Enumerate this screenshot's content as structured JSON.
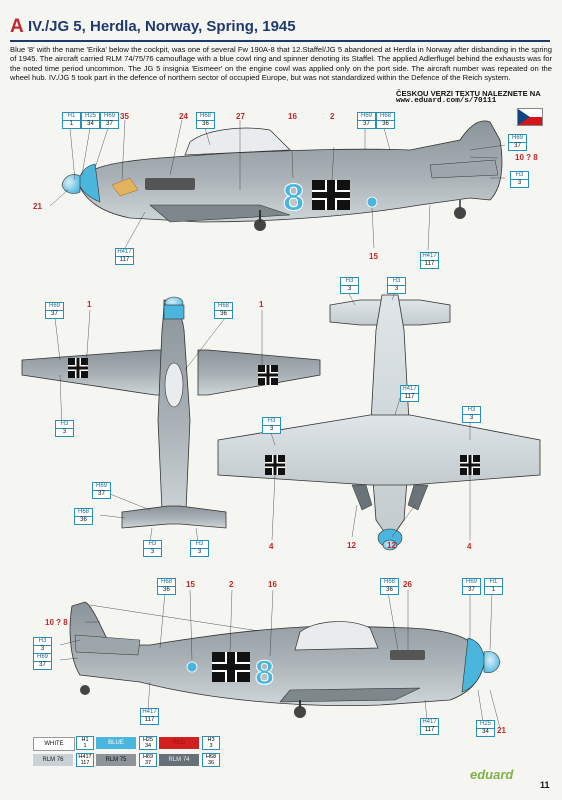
{
  "header": {
    "letter": "A",
    "title": "IV./JG 5, Herdla, Norway, Spring, 1945"
  },
  "description": "Blue '8' with the name 'Erika' below the cockpit, was one of several Fw 190A-8 that 12.Staffel/JG 5 abandoned at Herdla in Norway after disbanding in the spring of 1945. The aircraft carried RLM 74/75/76 camouflage with a blue cowl ring and spinner denoting its Staffel. The applied Adlerflugel behind the exhausts was for the noted time period uncommon. The JG 5 insignia 'Eismeer' on the engine cowl was applied only on the port side. The aircraft number was repeated on the wheel hub. IV./JG 5 took part in the defence of northern sector of occupied Europe, but was not standardized within the Defence of the Reich system.",
  "czech": "ČESKOU VERZI TEXTU NALEZNETE NA",
  "url": "www.eduard.com/s/70111",
  "colors": {
    "blue": "#4ab6dd",
    "red": "#c3262a",
    "navy": "#1f3a6e",
    "rlm76": "#c9d2d6",
    "rlm75": "#8d959b",
    "rlm74": "#667078"
  },
  "codes": {
    "h1": {
      "top": "H1",
      "bot": "1"
    },
    "h25": {
      "top": "H25",
      "bot": "34"
    },
    "h69": {
      "top": "H69",
      "bot": "37"
    },
    "h68": {
      "top": "H68",
      "bot": "36"
    },
    "h3": {
      "top": "H3",
      "bot": "3"
    },
    "h417": {
      "top": "H417",
      "bot": "117"
    }
  },
  "callouts": {
    "n35": "35",
    "n24": "24",
    "n27": "27",
    "n16": "16",
    "n2": "2",
    "n108": "10 ? 8",
    "n21": "21",
    "n15": "15",
    "n1": "1",
    "n4": "4",
    "n12": "12",
    "n26": "26"
  },
  "legend": {
    "white": "WHITE",
    "blue": "BLUE",
    "red": "RED",
    "rlm76": "RLM 76",
    "rlm75": "RLM 75",
    "rlm74": "RLM 74"
  },
  "brand": "eduard",
  "page_number": "11"
}
